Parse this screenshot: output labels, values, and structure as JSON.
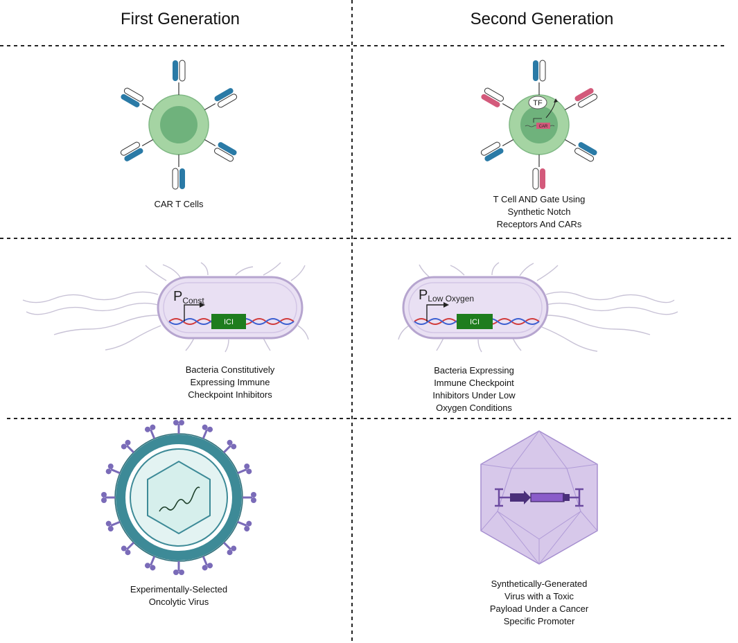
{
  "headers": {
    "left": "First Generation",
    "right": "Second Generation"
  },
  "rows": [
    {
      "left": {
        "caption": "CAR T Cells"
      },
      "right": {
        "caption_lines": [
          "T Cell AND Gate Using",
          "Synthetic Notch",
          "Receptors And CARs"
        ],
        "tf_label": "TF",
        "car_label": "CAR"
      }
    },
    {
      "left": {
        "caption_lines": [
          "Bacteria Constitutively",
          "Expressing Immune",
          "Checkpoint Inhibitors"
        ],
        "promoter_main": "P",
        "promoter_sub": "Const",
        "gene_label": "ICI"
      },
      "right": {
        "caption_lines": [
          "Bacteria  Expressing",
          "Immune Checkpoint",
          "Inhibitors Under Low",
          "Oxygen Conditions"
        ],
        "promoter_main": "P",
        "promoter_sub": "Low Oxygen",
        "gene_label": "ICI"
      }
    },
    {
      "left": {
        "caption_lines": [
          "Experimentally-Selected",
          "Oncolytic Virus"
        ]
      },
      "right": {
        "caption_lines": [
          "Synthetically-Generated",
          "Virus with a Toxic",
          "Payload Under a Cancer",
          "Specific Promoter"
        ]
      }
    }
  ],
  "colors": {
    "cell_outer": "#a5d4a3",
    "cell_inner": "#6fb27c",
    "receptor_blue": "#2a7aa6",
    "receptor_pink": "#d35a7b",
    "bacteria_fill": "#e9e0f3",
    "gene_green": "#1e7d1e",
    "virus_teal": "#3d8a97",
    "virus_purple": "#7a6bb8",
    "capsid_purple": "#c9b5e3"
  }
}
